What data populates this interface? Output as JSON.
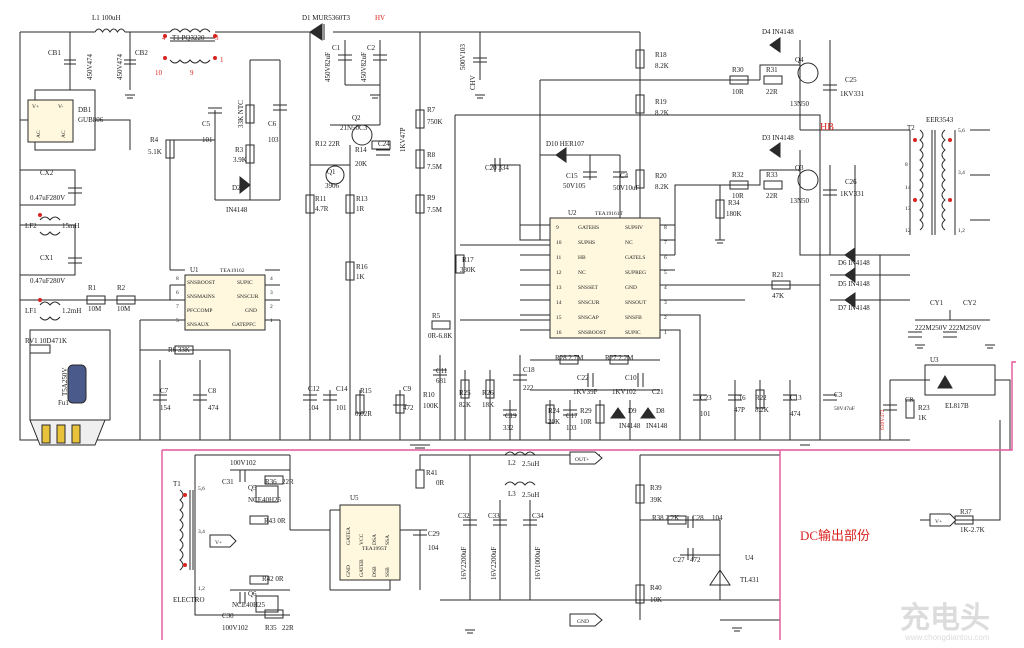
{
  "labels": [
    {
      "id": "l1",
      "text": "L1 100uH"
    },
    {
      "id": "t1",
      "text": "T1 PQ3220"
    },
    {
      "id": "d1",
      "text": "D1 MUR5360T3"
    },
    {
      "id": "hv",
      "text": "HV"
    },
    {
      "id": "cb1",
      "text": "CB1"
    },
    {
      "id": "cb1v",
      "text": "450V474"
    },
    {
      "id": "cb2",
      "text": "CB2"
    },
    {
      "id": "cb2v",
      "text": "450V474"
    },
    {
      "id": "c1",
      "text": "C1"
    },
    {
      "id": "c1v",
      "text": "450V82uF"
    },
    {
      "id": "c2",
      "text": "C2"
    },
    {
      "id": "c2v",
      "text": "450V82uF"
    },
    {
      "id": "c500",
      "text": "500V103"
    },
    {
      "id": "chv",
      "text": "CHV"
    },
    {
      "id": "r18",
      "text": "R18"
    },
    {
      "id": "r18v",
      "text": "8.2K"
    },
    {
      "id": "r19",
      "text": "R19"
    },
    {
      "id": "r19v",
      "text": "8.2K"
    },
    {
      "id": "r20",
      "text": "R20"
    },
    {
      "id": "r20v",
      "text": "8.2K"
    },
    {
      "id": "db1",
      "text": "DB1"
    },
    {
      "id": "db1v",
      "text": "GUB806"
    },
    {
      "id": "r4",
      "text": "R4"
    },
    {
      "id": "r4v",
      "text": "5.1K"
    },
    {
      "id": "c5",
      "text": "C5"
    },
    {
      "id": "c5v",
      "text": "101"
    },
    {
      "id": "ntc",
      "text": "33K NTC"
    },
    {
      "id": "r3",
      "text": "R3"
    },
    {
      "id": "r3v",
      "text": "3.9K"
    },
    {
      "id": "c6",
      "text": "C6"
    },
    {
      "id": "c6v",
      "text": "103"
    },
    {
      "id": "q2",
      "text": "Q2"
    },
    {
      "id": "q2v",
      "text": "21N50C3"
    },
    {
      "id": "r12",
      "text": "R12 22R"
    },
    {
      "id": "r14",
      "text": "R14"
    },
    {
      "id": "r14v",
      "text": "20K"
    },
    {
      "id": "c24",
      "text": "C24"
    },
    {
      "id": "c24v",
      "text": "1KV47P"
    },
    {
      "id": "r7",
      "text": "R7"
    },
    {
      "id": "r7v",
      "text": "750K"
    },
    {
      "id": "r8",
      "text": "R8"
    },
    {
      "id": "r8v",
      "text": "7.5M"
    },
    {
      "id": "r9",
      "text": "R9"
    },
    {
      "id": "r9v",
      "text": "7.5M"
    },
    {
      "id": "q1",
      "text": "Q1"
    },
    {
      "id": "q1v",
      "text": "3906"
    },
    {
      "id": "r11",
      "text": "R11"
    },
    {
      "id": "r11v",
      "text": "4.7R"
    },
    {
      "id": "r13",
      "text": "R13"
    },
    {
      "id": "r13v",
      "text": "1R"
    },
    {
      "id": "r16",
      "text": "R16"
    },
    {
      "id": "r16v",
      "text": "1K"
    },
    {
      "id": "d2",
      "text": "D2"
    },
    {
      "id": "d2v",
      "text": "IN4148"
    },
    {
      "id": "d10",
      "text": "D10 HER107"
    },
    {
      "id": "c20",
      "text": "C20 334"
    },
    {
      "id": "c15",
      "text": "C15"
    },
    {
      "id": "c15v",
      "text": "50V105"
    },
    {
      "id": "c4",
      "text": "C4"
    },
    {
      "id": "c4v",
      "text": "50V10uF"
    },
    {
      "id": "r30",
      "text": "R30"
    },
    {
      "id": "r30v",
      "text": "10R"
    },
    {
      "id": "r31",
      "text": "R31"
    },
    {
      "id": "r31v",
      "text": "22R"
    },
    {
      "id": "d4",
      "text": "D4 IN4148"
    },
    {
      "id": "q4",
      "text": "Q4"
    },
    {
      "id": "q4v",
      "text": "13N50"
    },
    {
      "id": "c25",
      "text": "C25"
    },
    {
      "id": "c25v",
      "text": "1KV331"
    },
    {
      "id": "hb",
      "text": "HB"
    },
    {
      "id": "d3",
      "text": "D3 IN4148"
    },
    {
      "id": "r32",
      "text": "R32"
    },
    {
      "id": "r32v",
      "text": "10R"
    },
    {
      "id": "r33",
      "text": "R33"
    },
    {
      "id": "r33v",
      "text": "22R"
    },
    {
      "id": "r34",
      "text": "R34"
    },
    {
      "id": "r34v",
      "text": "180K"
    },
    {
      "id": "q3",
      "text": "Q3"
    },
    {
      "id": "q3v",
      "text": "13N50"
    },
    {
      "id": "c26",
      "text": "C26"
    },
    {
      "id": "c26v",
      "text": "1KV331"
    },
    {
      "id": "t2",
      "text": "T2"
    },
    {
      "id": "t2v",
      "text": "EER3543"
    },
    {
      "id": "cx2",
      "text": "CX2"
    },
    {
      "id": "cx2v",
      "text": "0.47uF280V"
    },
    {
      "id": "lf2",
      "text": "LF2"
    },
    {
      "id": "lf2v",
      "text": "15mH"
    },
    {
      "id": "cx1",
      "text": "CX1"
    },
    {
      "id": "cx1v",
      "text": "0.47uF280V"
    },
    {
      "id": "lf1",
      "text": "LF1"
    },
    {
      "id": "lf1v",
      "text": "1.2mH"
    },
    {
      "id": "rv1",
      "text": "RV1 10D471K"
    },
    {
      "id": "fu1",
      "text": "Fu1"
    },
    {
      "id": "fu1v",
      "text": "T5A250V"
    },
    {
      "id": "r1",
      "text": "R1"
    },
    {
      "id": "r1v",
      "text": "10M"
    },
    {
      "id": "r2",
      "text": "R2"
    },
    {
      "id": "r2v",
      "text": "10M"
    },
    {
      "id": "u1",
      "text": "U1"
    },
    {
      "id": "u1v",
      "text": "TEA19162"
    },
    {
      "id": "r17",
      "text": "R17"
    },
    {
      "id": "r17v",
      "text": "330K"
    },
    {
      "id": "u2",
      "text": "U2"
    },
    {
      "id": "u2v",
      "text": "TEA19161T"
    },
    {
      "id": "r21",
      "text": "R21"
    },
    {
      "id": "r21v",
      "text": "47K"
    },
    {
      "id": "d6",
      "text": "D6 IN4148"
    },
    {
      "id": "d5",
      "text": "D5 IN4148"
    },
    {
      "id": "d7",
      "text": "D7 IN4148"
    },
    {
      "id": "cy1",
      "text": "CY1"
    },
    {
      "id": "cy2",
      "text": "CY2"
    },
    {
      "id": "cyv",
      "text": "222M250V 222M250V"
    },
    {
      "id": "r6",
      "text": "R6 33K"
    },
    {
      "id": "r5",
      "text": "R5"
    },
    {
      "id": "r5v",
      "text": "0R-6.8K"
    },
    {
      "id": "c7",
      "text": "C7"
    },
    {
      "id": "c7v",
      "text": "154"
    },
    {
      "id": "c8",
      "text": "C8"
    },
    {
      "id": "c8v",
      "text": "474"
    },
    {
      "id": "c12",
      "text": "C12"
    },
    {
      "id": "c12v",
      "text": "104"
    },
    {
      "id": "c14",
      "text": "C14"
    },
    {
      "id": "c14v",
      "text": "101"
    },
    {
      "id": "r15",
      "text": "R15"
    },
    {
      "id": "r15v",
      "text": "0.02R"
    },
    {
      "id": "c9",
      "text": "C9"
    },
    {
      "id": "c9v",
      "text": "472"
    },
    {
      "id": "r10",
      "text": "R10"
    },
    {
      "id": "r10v",
      "text": "100K"
    },
    {
      "id": "c11",
      "text": "C11"
    },
    {
      "id": "c11v",
      "text": "681"
    },
    {
      "id": "r25",
      "text": "R25"
    },
    {
      "id": "r25v",
      "text": "82K"
    },
    {
      "id": "r26",
      "text": "R26"
    },
    {
      "id": "r26v",
      "text": "18K"
    },
    {
      "id": "c19",
      "text": "C19"
    },
    {
      "id": "c19v",
      "text": "332"
    },
    {
      "id": "c18",
      "text": "C18"
    },
    {
      "id": "c18v",
      "text": "222"
    },
    {
      "id": "r28",
      "text": "R28 2.7M"
    },
    {
      "id": "r27",
      "text": "R27 2.2M"
    },
    {
      "id": "c22",
      "text": "C22"
    },
    {
      "id": "c22v",
      "text": "1KV39P"
    },
    {
      "id": "c10",
      "text": "C10"
    },
    {
      "id": "c10v",
      "text": "1KV102"
    },
    {
      "id": "c21",
      "text": "C21"
    },
    {
      "id": "r24",
      "text": "R24"
    },
    {
      "id": "r24v",
      "text": "20K"
    },
    {
      "id": "c17",
      "text": "C17"
    },
    {
      "id": "c17v",
      "text": "103"
    },
    {
      "id": "r29",
      "text": "R29"
    },
    {
      "id": "r29v",
      "text": "10R"
    },
    {
      "id": "d9",
      "text": "D9"
    },
    {
      "id": "d9v",
      "text": "IN4148"
    },
    {
      "id": "d8",
      "text": "D8"
    },
    {
      "id": "d8v",
      "text": "IN4148"
    },
    {
      "id": "c23",
      "text": "C23"
    },
    {
      "id": "c23v",
      "text": "101"
    },
    {
      "id": "c16",
      "text": "C16"
    },
    {
      "id": "c16v",
      "text": "47P"
    },
    {
      "id": "r22",
      "text": "R22"
    },
    {
      "id": "r22v",
      "text": "8.2K"
    },
    {
      "id": "c13",
      "text": "C13"
    },
    {
      "id": "c13v",
      "text": "474"
    },
    {
      "id": "c3",
      "text": "C3"
    },
    {
      "id": "c3v",
      "text": "50V47uF"
    },
    {
      "id": "c8b",
      "text": "C8"
    },
    {
      "id": "c8bv",
      "text": "630V472"
    },
    {
      "id": "r23",
      "text": "R23"
    },
    {
      "id": "r23v",
      "text": "1K"
    },
    {
      "id": "u3",
      "text": "U3"
    },
    {
      "id": "u3v",
      "text": "EL817B"
    },
    {
      "id": "c31",
      "text": "C31"
    },
    {
      "id": "c31v",
      "text": "100V102"
    },
    {
      "id": "r36",
      "text": "R36"
    },
    {
      "id": "r36v",
      "text": "22R"
    },
    {
      "id": "q5",
      "text": "Q5"
    },
    {
      "id": "q5v",
      "text": "NCE40H25"
    },
    {
      "id": "r43",
      "text": "R43 0R"
    },
    {
      "id": "r41",
      "text": "R41"
    },
    {
      "id": "r41v",
      "text": "0R"
    },
    {
      "id": "l2",
      "text": "L2"
    },
    {
      "id": "l2v",
      "text": "2.5uH"
    },
    {
      "id": "l3",
      "text": "L3"
    },
    {
      "id": "l3v",
      "text": "2.5uH"
    },
    {
      "id": "r39",
      "text": "R39"
    },
    {
      "id": "r39v",
      "text": "39K"
    },
    {
      "id": "r38",
      "text": "R38 2.2K"
    },
    {
      "id": "c28",
      "text": "C28"
    },
    {
      "id": "c28v",
      "text": "104"
    },
    {
      "id": "c27",
      "text": "C27"
    },
    {
      "id": "c27v",
      "text": "472"
    },
    {
      "id": "u4",
      "text": "U4"
    },
    {
      "id": "u4v",
      "text": "TL431"
    },
    {
      "id": "r40",
      "text": "R40"
    },
    {
      "id": "r40v",
      "text": "10K"
    },
    {
      "id": "r37",
      "text": "R37"
    },
    {
      "id": "r37v",
      "text": "1K-2.7K"
    },
    {
      "id": "t1b",
      "text": "T1"
    },
    {
      "id": "u5",
      "text": "U5"
    },
    {
      "id": "u5v",
      "text": "TEA1995T"
    },
    {
      "id": "c29",
      "text": "C29"
    },
    {
      "id": "c29v",
      "text": "104"
    },
    {
      "id": "c32",
      "text": "C32"
    },
    {
      "id": "c32v",
      "text": "16V2200uF"
    },
    {
      "id": "c33",
      "text": "C33"
    },
    {
      "id": "c33v",
      "text": "16V2200uF"
    },
    {
      "id": "c34",
      "text": "C34"
    },
    {
      "id": "c34v",
      "text": "16V1000uF"
    },
    {
      "id": "q6",
      "text": "Q6"
    },
    {
      "id": "q6v",
      "text": "NCE40H25"
    },
    {
      "id": "r42",
      "text": "R42 0R"
    },
    {
      "id": "c30",
      "text": "C30"
    },
    {
      "id": "c30v",
      "text": "100V102"
    },
    {
      "id": "r35",
      "text": "R35"
    },
    {
      "id": "r35v",
      "text": "22R"
    },
    {
      "id": "electro",
      "text": "ELECTRO"
    },
    {
      "id": "out",
      "text": "OUT+"
    },
    {
      "id": "gnd",
      "text": "GND"
    },
    {
      "id": "vplus",
      "text": "V+"
    },
    {
      "id": "vplus2",
      "text": "V+"
    },
    {
      "id": "dcout",
      "text": "DC输出部份"
    }
  ],
  "pins": [
    {
      "id": "p_t1_4",
      "text": "4"
    },
    {
      "id": "p_t1_3",
      "text": "3"
    },
    {
      "id": "p_t1_10",
      "text": "10"
    },
    {
      "id": "p_t1_9",
      "text": "9"
    },
    {
      "id": "p_t1_1",
      "text": "1"
    },
    {
      "id": "p_t2_56",
      "text": "5,6"
    },
    {
      "id": "p_t2_8",
      "text": "8"
    },
    {
      "id": "p_t2_34",
      "text": "3,4"
    },
    {
      "id": "p_t2_14",
      "text": "14"
    },
    {
      "id": "p_t2_13",
      "text": "13"
    },
    {
      "id": "p_t2_12",
      "text": "1,2"
    },
    {
      "id": "p_t2_12b",
      "text": "12"
    },
    {
      "id": "p_t1b_56",
      "text": "5,6"
    },
    {
      "id": "p_t1b_34",
      "text": "3,4"
    },
    {
      "id": "p_t1b_12",
      "text": "1,2"
    }
  ],
  "u1_pins": {
    "left": [
      {
        "num": "8",
        "name": "SNSBOOST"
      },
      {
        "num": "6",
        "name": "SNSMAINS"
      },
      {
        "num": "7",
        "name": "PFCCOMP"
      },
      {
        "num": "5",
        "name": "SNSAUX"
      }
    ],
    "right": [
      {
        "num": "4",
        "name": "SUPIC"
      },
      {
        "num": "3",
        "name": "SNSCUR"
      },
      {
        "num": "2",
        "name": "GND"
      },
      {
        "num": "1",
        "name": "GATEPFC"
      }
    ]
  },
  "u2_pins": {
    "left": [
      {
        "num": "9",
        "name": "GATEHS"
      },
      {
        "num": "10",
        "name": "SUPHS"
      },
      {
        "num": "11",
        "name": "HB"
      },
      {
        "num": "12",
        "name": "NC"
      },
      {
        "num": "13",
        "name": "SNSSET"
      },
      {
        "num": "14",
        "name": "SNSCUR"
      },
      {
        "num": "15",
        "name": "SNSCAP"
      },
      {
        "num": "16",
        "name": "SNSBOOST"
      }
    ],
    "right": [
      {
        "num": "8",
        "name": "SUPHV"
      },
      {
        "num": "7",
        "name": "NC"
      },
      {
        "num": "6",
        "name": "GATELS"
      },
      {
        "num": "5",
        "name": "SUPREG"
      },
      {
        "num": "4",
        "name": "GND"
      },
      {
        "num": "3",
        "name": "SNSOUT"
      },
      {
        "num": "2",
        "name": "SNSFB"
      },
      {
        "num": "1",
        "name": "SUPIC"
      }
    ]
  },
  "u5_pins": [
    {
      "name": "GATEA"
    },
    {
      "name": "VCC"
    },
    {
      "name": "DSA"
    },
    {
      "name": "SSA"
    },
    {
      "name": "GND"
    },
    {
      "name": "GATEB"
    },
    {
      "name": "DSB"
    },
    {
      "name": "SSB"
    }
  ],
  "db1_pins": [
    "V+",
    "AC",
    "AC",
    "V-"
  ],
  "logo": {
    "main": "充电头",
    "sub": "www.chongdiantou.com"
  },
  "colors": {
    "wire": "#2a2a2a",
    "pin_red": "#d8231e",
    "dc_box": "#e4559a",
    "component": "#1a1a1a",
    "fuse_body": "#4a5a8a",
    "plug": "#e8c23a"
  }
}
